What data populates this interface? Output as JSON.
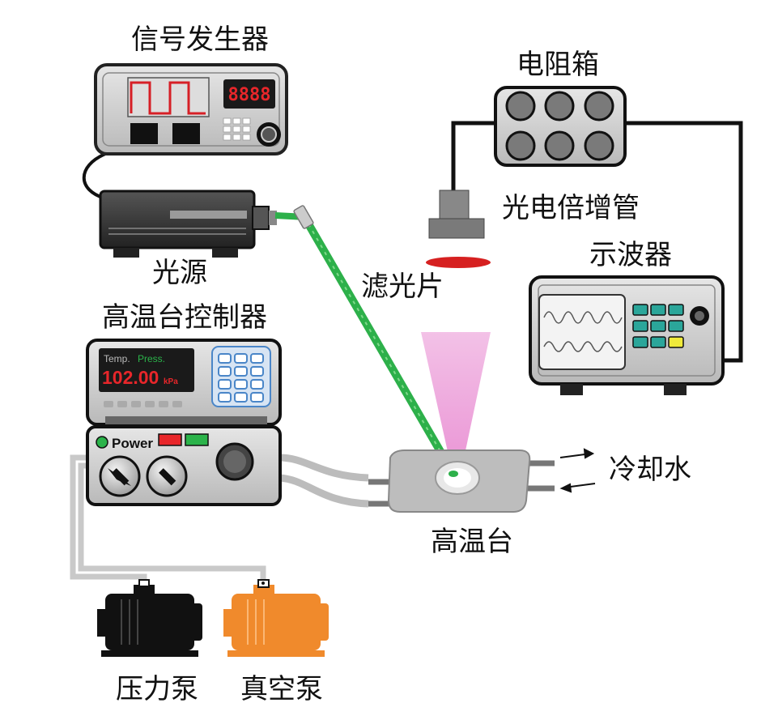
{
  "labels": {
    "signal_generator": "信号发生器",
    "light_source": "光源",
    "resistor_box": "电阻箱",
    "photomultiplier": "光电倍增管",
    "oscilloscope": "示波器",
    "filter": "滤光片",
    "controller": "高温台控制器",
    "stage": "高温台",
    "cooling_water": "冷却水",
    "pressure_pump": "压力泵",
    "vacuum_pump": "真空泵"
  },
  "signal_generator_display": "8888",
  "controller_panel": {
    "temp_label": "Temp.",
    "pressure_label": "Press.",
    "value": "102.00",
    "unit": "kPa",
    "power_label": "Power"
  },
  "colors": {
    "laser_green": "#2db04a",
    "emission_pink": "#e98fd3",
    "led_red": "#e8262a",
    "led_green": "#2bb34a",
    "vacuum_pump_orange": "#f08a2c",
    "filter_red": "#d62020",
    "osc_button_teal": "#2ba69a",
    "osc_button_yellow": "#f0ea3a",
    "keypad_blue": "#4a86c8"
  }
}
